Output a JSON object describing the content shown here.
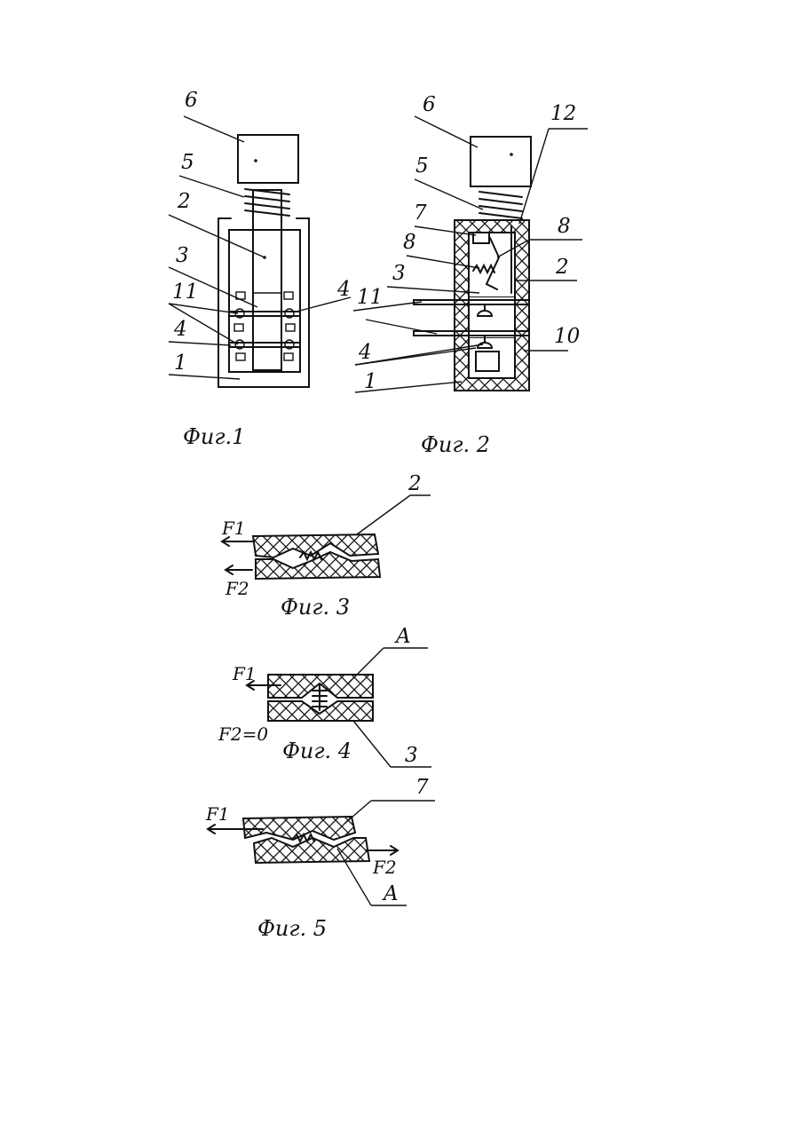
{
  "figures": {
    "fig1": {
      "caption": "Фиг.1",
      "labels": [
        "6",
        "5",
        "2",
        "3",
        "11",
        "4",
        "4",
        "1"
      ]
    },
    "fig2": {
      "caption": "Фиг. 2",
      "labels": [
        "6",
        "12",
        "5",
        "7",
        "8",
        "8",
        "3",
        "2",
        "11",
        "4",
        "10",
        "1"
      ]
    },
    "fig3": {
      "caption": "Фиг. 3",
      "labels": [
        "2",
        "F1",
        "F2"
      ]
    },
    "fig4": {
      "caption": "Фиг. 4",
      "labels": [
        "A",
        "F1",
        "F2=0",
        "3"
      ]
    },
    "fig5": {
      "caption": "Фиг. 5",
      "labels": [
        "7",
        "F1",
        "F2",
        "A"
      ]
    }
  }
}
